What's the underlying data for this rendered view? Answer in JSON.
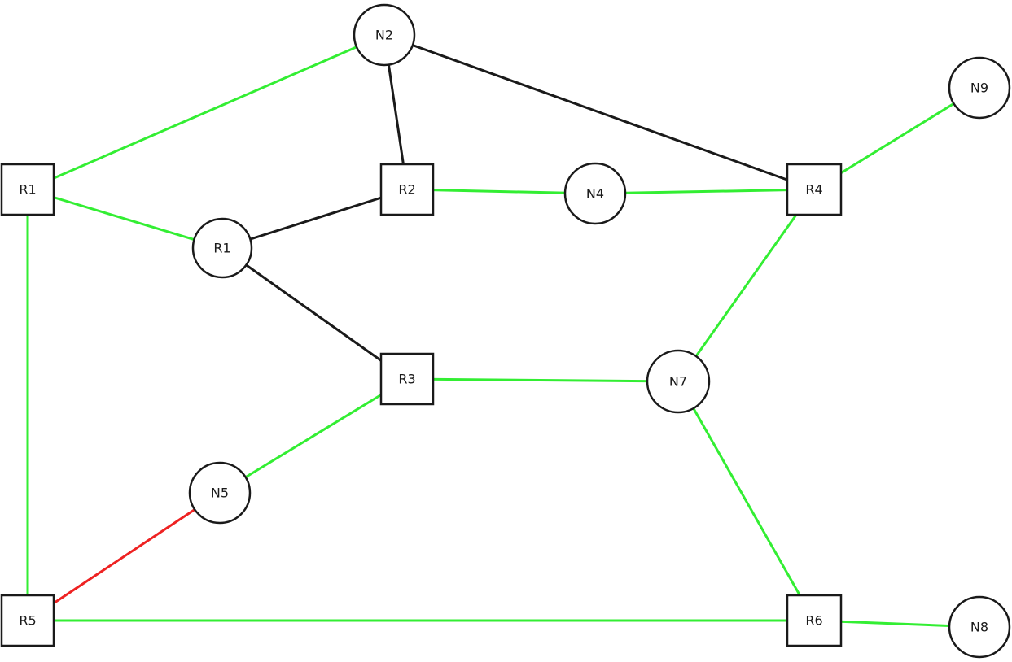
{
  "colors": {
    "green": "#33ee33",
    "black": "#1a1a1a",
    "red": "#ee2222"
  },
  "nodes": [
    {
      "id": "r1a",
      "label": "R1",
      "shape": "square"
    },
    {
      "id": "r2",
      "label": "R2",
      "shape": "square"
    },
    {
      "id": "r3",
      "label": "R3",
      "shape": "square"
    },
    {
      "id": "r4",
      "label": "R4",
      "shape": "square"
    },
    {
      "id": "r5",
      "label": "R5",
      "shape": "square"
    },
    {
      "id": "r6",
      "label": "R6",
      "shape": "square"
    },
    {
      "id": "r1b",
      "label": "R1",
      "shape": "circle"
    },
    {
      "id": "n2",
      "label": "N2",
      "shape": "circle"
    },
    {
      "id": "n4",
      "label": "N4",
      "shape": "circle"
    },
    {
      "id": "n5",
      "label": "N5",
      "shape": "circle"
    },
    {
      "id": "n7",
      "label": "N7",
      "shape": "circle"
    },
    {
      "id": "n8",
      "label": "N8",
      "shape": "circle"
    },
    {
      "id": "n9",
      "label": "N9",
      "shape": "circle"
    }
  ],
  "edges": [
    {
      "from": "r1a",
      "to": "n2",
      "color": "green"
    },
    {
      "from": "r1a",
      "to": "r1b",
      "color": "green"
    },
    {
      "from": "r1a",
      "to": "r5",
      "color": "green"
    },
    {
      "from": "n2",
      "to": "r2",
      "color": "black"
    },
    {
      "from": "n2",
      "to": "r4",
      "color": "black"
    },
    {
      "from": "r1b",
      "to": "r2",
      "color": "black"
    },
    {
      "from": "r1b",
      "to": "r3",
      "color": "black"
    },
    {
      "from": "r2",
      "to": "n4",
      "color": "green"
    },
    {
      "from": "n4",
      "to": "r4",
      "color": "green"
    },
    {
      "from": "r4",
      "to": "n9",
      "color": "green"
    },
    {
      "from": "r4",
      "to": "n7",
      "color": "green"
    },
    {
      "from": "r3",
      "to": "n7",
      "color": "green"
    },
    {
      "from": "r3",
      "to": "n5",
      "color": "green"
    },
    {
      "from": "n5",
      "to": "r5",
      "color": "red"
    },
    {
      "from": "r5",
      "to": "r6",
      "color": "green"
    },
    {
      "from": "n7",
      "to": "r6",
      "color": "green"
    },
    {
      "from": "r6",
      "to": "n8",
      "color": "green"
    }
  ]
}
